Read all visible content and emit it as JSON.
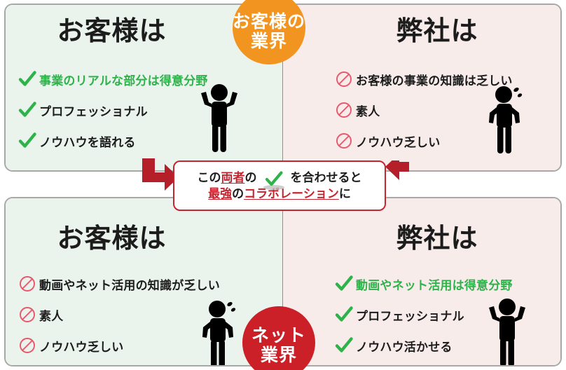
{
  "colors": {
    "green_panel_bg": "#eaf4ec",
    "pink_panel_bg": "#f8eceb",
    "panel_border": "#a8a8a8",
    "check_green": "#2eb34a",
    "ban_red": "#e8566b",
    "badge_orange": "#f29420",
    "badge_red": "#cb2027",
    "arrow_red": "#b51f2a",
    "callout_border": "#c62530",
    "callout_accent_text": "#c62530",
    "heading_black": "#1c1c1c"
  },
  "badges": {
    "top": {
      "line1": "お客様の",
      "line2": "業界"
    },
    "bottom": {
      "line1": "ネット",
      "line2": "業界"
    }
  },
  "panels": {
    "top_left": {
      "heading": "お客様は",
      "figure": "strong-person-icon",
      "bullets": [
        {
          "icon": "check-icon",
          "text": "事業のリアルな部分は得意分野",
          "highlight": true
        },
        {
          "icon": "check-icon",
          "text": "プロフェッショナル",
          "highlight": false
        },
        {
          "icon": "check-icon",
          "text": "ノウハウを語れる",
          "highlight": false
        }
      ]
    },
    "top_right": {
      "heading": "弊社は",
      "figure": "troubled-person-icon",
      "bullets": [
        {
          "icon": "prohibition-icon",
          "text": "お客様の事業の知識は乏しい",
          "highlight": false
        },
        {
          "icon": "prohibition-icon",
          "text": "素人",
          "highlight": false
        },
        {
          "icon": "prohibition-icon",
          "text": "ノウハウ乏しい",
          "highlight": false
        }
      ]
    },
    "bottom_left": {
      "heading": "お客様は",
      "figure": "troubled-person-icon",
      "bullets": [
        {
          "icon": "prohibition-icon",
          "text": "動画やネット活用の知識が乏しい",
          "highlight": false
        },
        {
          "icon": "prohibition-icon",
          "text": "素人",
          "highlight": false
        },
        {
          "icon": "prohibition-icon",
          "text": "ノウハウ乏しい",
          "highlight": false
        }
      ]
    },
    "bottom_right": {
      "heading": "弊社は",
      "figure": "strong-person-icon",
      "bullets": [
        {
          "icon": "check-icon",
          "text": "動画やネット活用は得意分野",
          "highlight": true
        },
        {
          "icon": "check-icon",
          "text": "プロフェッショナル",
          "highlight": false
        },
        {
          "icon": "check-icon",
          "text": "ノウハウ活かせる",
          "highlight": false
        }
      ]
    }
  },
  "callout": {
    "line1": {
      "pre": "この",
      "accent": "両者",
      "mid": "の",
      "icon": "check-icon",
      "post": "を合わせると"
    },
    "line2": {
      "accent1": "最強",
      "mid": "の",
      "accent2": "コラボレーション",
      "post": "に"
    }
  },
  "arrows": {
    "left": "elbow-arrow-right-icon",
    "right": "elbow-arrow-left-icon"
  }
}
